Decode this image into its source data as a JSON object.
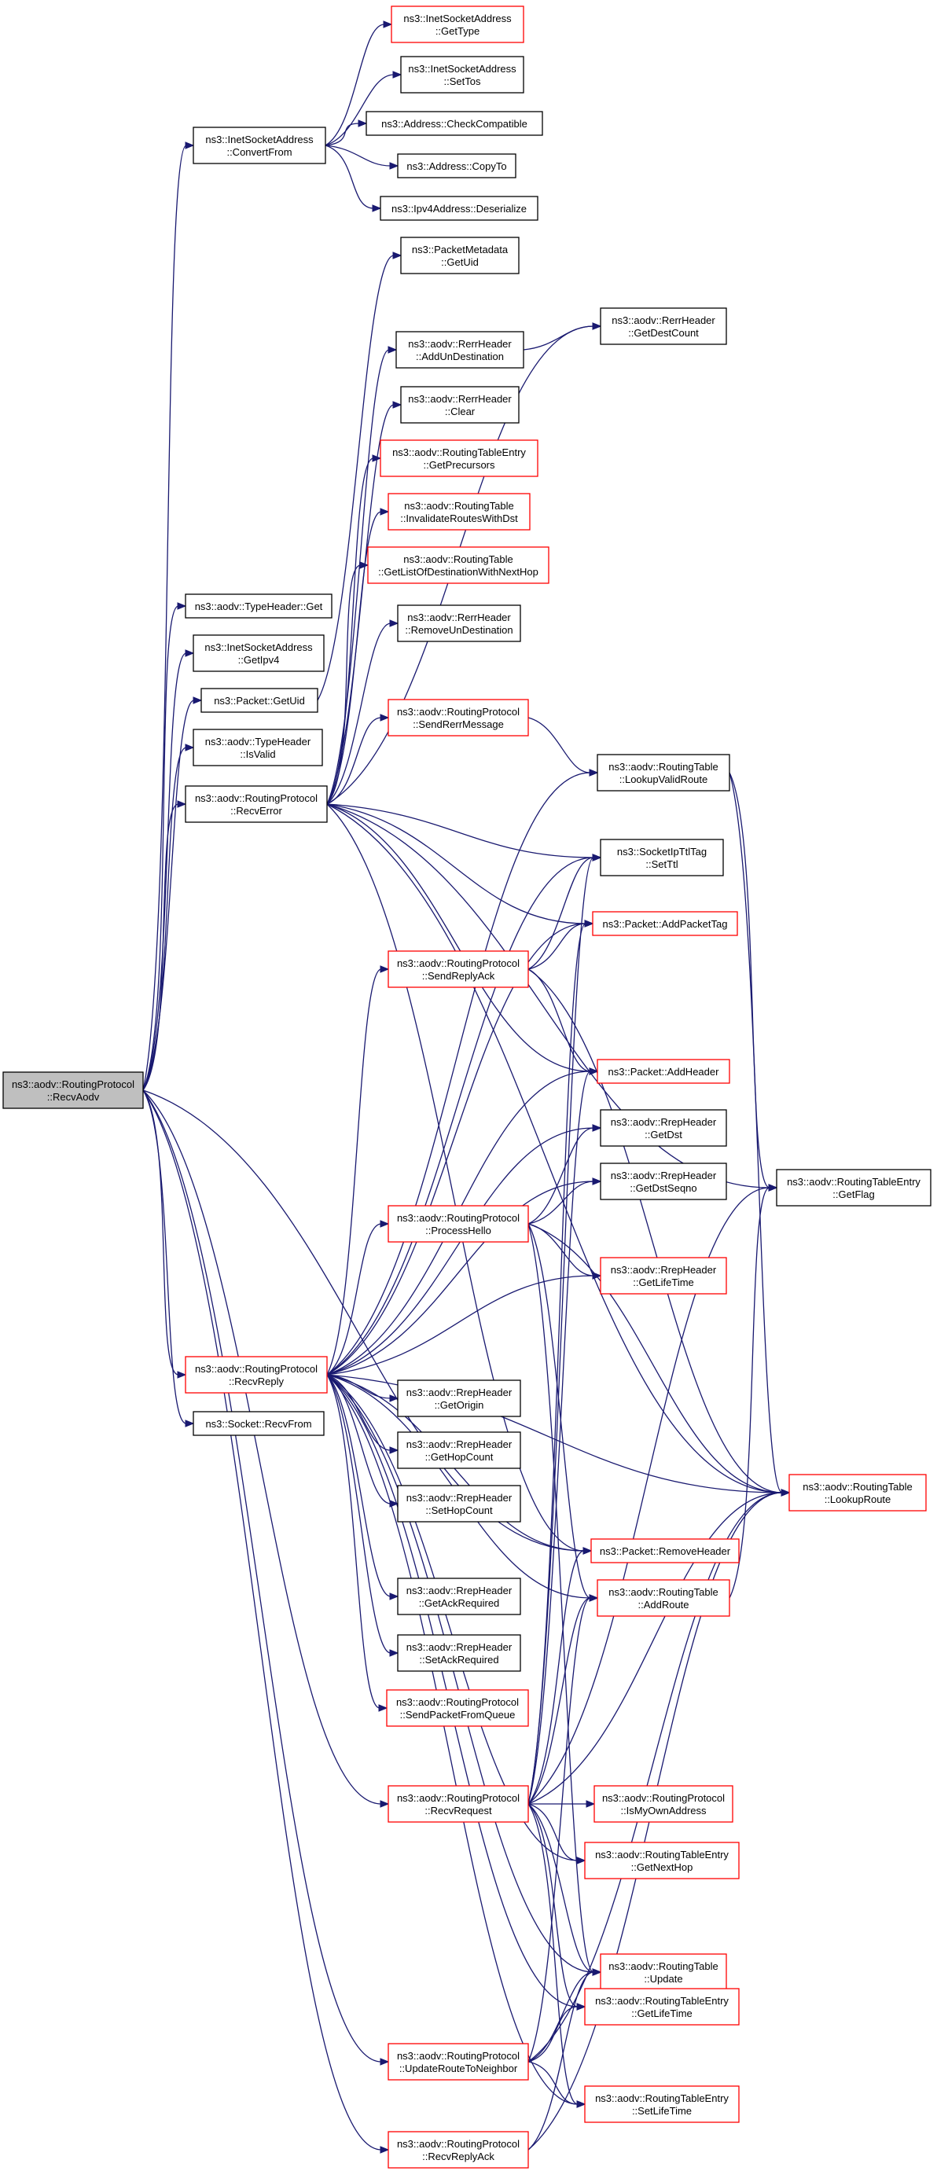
{
  "diagram": {
    "colors": {
      "edge": "#191970",
      "border_normal": "#000000",
      "border_highlight": "#ff0000",
      "root_fill": "#bfbfbf"
    },
    "nodes": [
      {
        "id": "recvaodv",
        "lines": [
          "ns3::aodv::RoutingProtocol",
          "::RecvAodv"
        ],
        "style": "root"
      },
      {
        "id": "convertfrom",
        "lines": [
          "ns3::InetSocketAddress",
          "::ConvertFrom"
        ],
        "style": "normal"
      },
      {
        "id": "isa_gettype",
        "lines": [
          "ns3::InetSocketAddress",
          "::GetType"
        ],
        "style": "red"
      },
      {
        "id": "isa_settos",
        "lines": [
          "ns3::InetSocketAddress",
          "::SetTos"
        ],
        "style": "normal"
      },
      {
        "id": "addr_checkcompat",
        "lines": [
          "ns3::Address::CheckCompatible"
        ],
        "style": "normal"
      },
      {
        "id": "addr_copyto",
        "lines": [
          "ns3::Address::CopyTo"
        ],
        "style": "normal"
      },
      {
        "id": "ipv4_deserialize",
        "lines": [
          "ns3::Ipv4Address::Deserialize"
        ],
        "style": "normal"
      },
      {
        "id": "pm_getuid",
        "lines": [
          "ns3::PacketMetadata",
          "::GetUid"
        ],
        "style": "normal"
      },
      {
        "id": "rerr_getdestcount",
        "lines": [
          "ns3::aodv::RerrHeader",
          "::GetDestCount"
        ],
        "style": "normal"
      },
      {
        "id": "rerr_addun",
        "lines": [
          "ns3::aodv::RerrHeader",
          "::AddUnDestination"
        ],
        "style": "normal"
      },
      {
        "id": "rerr_clear",
        "lines": [
          "ns3::aodv::RerrHeader",
          "::Clear"
        ],
        "style": "normal"
      },
      {
        "id": "rte_getprecursors",
        "lines": [
          "ns3::aodv::RoutingTableEntry",
          "::GetPrecursors"
        ],
        "style": "red"
      },
      {
        "id": "rt_invalidate",
        "lines": [
          "ns3::aodv::RoutingTable",
          "::InvalidateRoutesWithDst"
        ],
        "style": "red"
      },
      {
        "id": "rt_getlistdest",
        "lines": [
          "ns3::aodv::RoutingTable",
          "::GetListOfDestinationWithNextHop"
        ],
        "style": "red"
      },
      {
        "id": "rerr_removeun",
        "lines": [
          "ns3::aodv::RerrHeader",
          "::RemoveUnDestination"
        ],
        "style": "normal"
      },
      {
        "id": "typeheader_get",
        "lines": [
          "ns3::aodv::TypeHeader::Get"
        ],
        "style": "normal"
      },
      {
        "id": "isa_getipv4",
        "lines": [
          "ns3::InetSocketAddress",
          "::GetIpv4"
        ],
        "style": "normal"
      },
      {
        "id": "packet_getuid",
        "lines": [
          "ns3::Packet::GetUid"
        ],
        "style": "normal"
      },
      {
        "id": "typeheader_isvalid",
        "lines": [
          "ns3::aodv::TypeHeader",
          "::IsValid"
        ],
        "style": "normal"
      },
      {
        "id": "rp_sendrerr",
        "lines": [
          "ns3::aodv::RoutingProtocol",
          "::SendRerrMessage"
        ],
        "style": "red"
      },
      {
        "id": "rp_recverror",
        "lines": [
          "ns3::aodv::RoutingProtocol",
          "::RecvError"
        ],
        "style": "normal"
      },
      {
        "id": "rt_lookupvalid",
        "lines": [
          "ns3::aodv::RoutingTable",
          "::LookupValidRoute"
        ],
        "style": "normal"
      },
      {
        "id": "sockipttl_setttl",
        "lines": [
          "ns3::SocketIpTtlTag",
          "::SetTtl"
        ],
        "style": "normal"
      },
      {
        "id": "packet_addpackettag",
        "lines": [
          "ns3::Packet::AddPacketTag"
        ],
        "style": "red"
      },
      {
        "id": "rp_sendreplyack",
        "lines": [
          "ns3::aodv::RoutingProtocol",
          "::SendReplyAck"
        ],
        "style": "red"
      },
      {
        "id": "packet_addheader",
        "lines": [
          "ns3::Packet::AddHeader"
        ],
        "style": "red"
      },
      {
        "id": "rrep_getdst",
        "lines": [
          "ns3::aodv::RrepHeader",
          "::GetDst"
        ],
        "style": "normal"
      },
      {
        "id": "rrep_getdstseqno",
        "lines": [
          "ns3::aodv::RrepHeader",
          "::GetDstSeqno"
        ],
        "style": "normal"
      },
      {
        "id": "rte_getflag",
        "lines": [
          "ns3::aodv::RoutingTableEntry",
          "::GetFlag"
        ],
        "style": "normal"
      },
      {
        "id": "rp_processhello",
        "lines": [
          "ns3::aodv::RoutingProtocol",
          "::ProcessHello"
        ],
        "style": "red"
      },
      {
        "id": "rrep_getlifetime",
        "lines": [
          "ns3::aodv::RrepHeader",
          "::GetLifeTime"
        ],
        "style": "red"
      },
      {
        "id": "rp_recvreply",
        "lines": [
          "ns3::aodv::RoutingProtocol",
          "::RecvReply"
        ],
        "style": "red"
      },
      {
        "id": "socket_recvfrom",
        "lines": [
          "ns3::Socket::RecvFrom"
        ],
        "style": "normal"
      },
      {
        "id": "rrep_getorigin",
        "lines": [
          "ns3::aodv::RrepHeader",
          "::GetOrigin"
        ],
        "style": "normal"
      },
      {
        "id": "rrep_gethopcount",
        "lines": [
          "ns3::aodv::RrepHeader",
          "::GetHopCount"
        ],
        "style": "normal"
      },
      {
        "id": "rrep_sethopcount",
        "lines": [
          "ns3::aodv::RrepHeader",
          "::SetHopCount"
        ],
        "style": "normal"
      },
      {
        "id": "rt_lookuproute",
        "lines": [
          "ns3::aodv::RoutingTable",
          "::LookupRoute"
        ],
        "style": "red"
      },
      {
        "id": "packet_removeheader",
        "lines": [
          "ns3::Packet::RemoveHeader"
        ],
        "style": "red"
      },
      {
        "id": "rrep_getackreq",
        "lines": [
          "ns3::aodv::RrepHeader",
          "::GetAckRequired"
        ],
        "style": "normal"
      },
      {
        "id": "rt_addroute",
        "lines": [
          "ns3::aodv::RoutingTable",
          "::AddRoute"
        ],
        "style": "red"
      },
      {
        "id": "rrep_setackreq",
        "lines": [
          "ns3::aodv::RrepHeader",
          "::SetAckRequired"
        ],
        "style": "normal"
      },
      {
        "id": "rp_sendpacketfromqueue",
        "lines": [
          "ns3::aodv::RoutingProtocol",
          "::SendPacketFromQueue"
        ],
        "style": "red"
      },
      {
        "id": "rp_recvrequest",
        "lines": [
          "ns3::aodv::RoutingProtocol",
          "::RecvRequest"
        ],
        "style": "red"
      },
      {
        "id": "rp_ismyownaddress",
        "lines": [
          "ns3::aodv::RoutingProtocol",
          "::IsMyOwnAddress"
        ],
        "style": "red"
      },
      {
        "id": "rte_getnexthop",
        "lines": [
          "ns3::aodv::RoutingTableEntry",
          "::GetNextHop"
        ],
        "style": "red"
      },
      {
        "id": "rt_update",
        "lines": [
          "ns3::aodv::RoutingTable",
          "::Update"
        ],
        "style": "red"
      },
      {
        "id": "rte_getlifetime",
        "lines": [
          "ns3::aodv::RoutingTableEntry",
          "::GetLifeTime"
        ],
        "style": "red"
      },
      {
        "id": "rp_updateroute",
        "lines": [
          "ns3::aodv::RoutingProtocol",
          "::UpdateRouteToNeighbor"
        ],
        "style": "red"
      },
      {
        "id": "rte_setlifetime",
        "lines": [
          "ns3::aodv::RoutingTableEntry",
          "::SetLifeTime"
        ],
        "style": "red"
      },
      {
        "id": "rp_recvreplyack",
        "lines": [
          "ns3::aodv::RoutingProtocol",
          "::RecvReplyAck"
        ],
        "style": "red"
      }
    ],
    "edges": [
      [
        "recvaodv",
        "convertfrom"
      ],
      [
        "recvaodv",
        "typeheader_get"
      ],
      [
        "recvaodv",
        "isa_getipv4"
      ],
      [
        "recvaodv",
        "packet_getuid"
      ],
      [
        "recvaodv",
        "typeheader_isvalid"
      ],
      [
        "recvaodv",
        "rp_recverror"
      ],
      [
        "recvaodv",
        "rp_recvreply"
      ],
      [
        "recvaodv",
        "socket_recvfrom"
      ],
      [
        "recvaodv",
        "rp_recvrequest"
      ],
      [
        "recvaodv",
        "rp_updateroute"
      ],
      [
        "recvaodv",
        "rp_recvreplyack"
      ],
      [
        "recvaodv",
        "packet_removeheader"
      ],
      [
        "convertfrom",
        "isa_gettype"
      ],
      [
        "convertfrom",
        "isa_settos"
      ],
      [
        "convertfrom",
        "addr_checkcompat"
      ],
      [
        "convertfrom",
        "addr_copyto"
      ],
      [
        "convertfrom",
        "ipv4_deserialize"
      ],
      [
        "packet_getuid",
        "pm_getuid"
      ],
      [
        "rp_recverror",
        "rerr_getdestcount"
      ],
      [
        "rp_recverror",
        "rerr_addun"
      ],
      [
        "rp_recverror",
        "rerr_clear"
      ],
      [
        "rp_recverror",
        "rte_getprecursors"
      ],
      [
        "rp_recverror",
        "rt_invalidate"
      ],
      [
        "rp_recverror",
        "rt_getlistdest"
      ],
      [
        "rp_recverror",
        "rerr_removeun"
      ],
      [
        "rp_recverror",
        "rp_sendrerr"
      ],
      [
        "rp_recverror",
        "sockipttl_setttl"
      ],
      [
        "rp_recverror",
        "packet_addpackettag"
      ],
      [
        "rp_recverror",
        "packet_addheader"
      ],
      [
        "rp_recverror",
        "rte_getflag"
      ],
      [
        "rp_recverror",
        "rt_lookuproute"
      ],
      [
        "rp_recverror",
        "packet_removeheader"
      ],
      [
        "rerr_addun",
        "rerr_getdestcount"
      ],
      [
        "rp_sendrerr",
        "rt_lookupvalid"
      ],
      [
        "rt_lookupvalid",
        "rte_getflag"
      ],
      [
        "rt_lookupvalid",
        "rt_lookuproute"
      ],
      [
        "rp_sendreplyack",
        "sockipttl_setttl"
      ],
      [
        "rp_sendreplyack",
        "packet_addpackettag"
      ],
      [
        "rp_sendreplyack",
        "packet_addheader"
      ],
      [
        "rp_sendreplyack",
        "rt_lookuproute"
      ],
      [
        "rp_processhello",
        "rrep_getdst"
      ],
      [
        "rp_processhello",
        "rrep_getdstseqno"
      ],
      [
        "rp_processhello",
        "rrep_getlifetime"
      ],
      [
        "rp_processhello",
        "rt_lookuproute"
      ],
      [
        "rp_processhello",
        "rt_addroute"
      ],
      [
        "rp_processhello",
        "rt_update"
      ],
      [
        "rp_recvreply",
        "rt_lookupvalid"
      ],
      [
        "rp_recvreply",
        "sockipttl_setttl"
      ],
      [
        "rp_recvreply",
        "packet_addpackettag"
      ],
      [
        "rp_recvreply",
        "rp_sendreplyack"
      ],
      [
        "rp_recvreply",
        "packet_addheader"
      ],
      [
        "rp_recvreply",
        "rrep_getdst"
      ],
      [
        "rp_recvreply",
        "rrep_getdstseqno"
      ],
      [
        "rp_recvreply",
        "rp_processhello"
      ],
      [
        "rp_recvreply",
        "rrep_getlifetime"
      ],
      [
        "rp_recvreply",
        "rrep_getorigin"
      ],
      [
        "rp_recvreply",
        "rrep_gethopcount"
      ],
      [
        "rp_recvreply",
        "rrep_sethopcount"
      ],
      [
        "rp_recvreply",
        "packet_removeheader"
      ],
      [
        "rp_recvreply",
        "rrep_getackreq"
      ],
      [
        "rp_recvreply",
        "rt_addroute"
      ],
      [
        "rp_recvreply",
        "rrep_setackreq"
      ],
      [
        "rp_recvreply",
        "rp_sendpacketfromqueue"
      ],
      [
        "rp_recvreply",
        "rte_getnexthop"
      ],
      [
        "rp_recvreply",
        "rt_update"
      ],
      [
        "rp_recvreply",
        "rte_getlifetime"
      ],
      [
        "rp_recvreply",
        "rte_setlifetime"
      ],
      [
        "rp_recvreply",
        "rt_lookuproute"
      ],
      [
        "rp_recvrequest",
        "sockipttl_setttl"
      ],
      [
        "rp_recvrequest",
        "packet_addpackettag"
      ],
      [
        "rp_recvrequest",
        "packet_addheader"
      ],
      [
        "rp_recvrequest",
        "rt_addroute"
      ],
      [
        "rp_recvrequest",
        "packet_removeheader"
      ],
      [
        "rp_recvrequest",
        "rp_ismyownaddress"
      ],
      [
        "rp_recvrequest",
        "rte_getnexthop"
      ],
      [
        "rp_recvrequest",
        "rt_update"
      ],
      [
        "rp_recvrequest",
        "rte_getlifetime"
      ],
      [
        "rp_recvrequest",
        "rte_setlifetime"
      ],
      [
        "rp_recvrequest",
        "rt_lookuproute"
      ],
      [
        "rp_recvrequest",
        "rte_getflag"
      ],
      [
        "rt_addroute",
        "rte_getflag"
      ],
      [
        "rp_updateroute",
        "rt_addroute"
      ],
      [
        "rp_updateroute",
        "rt_update"
      ],
      [
        "rp_updateroute",
        "rte_getlifetime"
      ],
      [
        "rp_updateroute",
        "rte_setlifetime"
      ],
      [
        "rp_updateroute",
        "rt_lookuproute"
      ],
      [
        "rp_recvreplyack",
        "rt_update"
      ],
      [
        "rp_recvreplyack",
        "rt_lookuproute"
      ]
    ]
  }
}
